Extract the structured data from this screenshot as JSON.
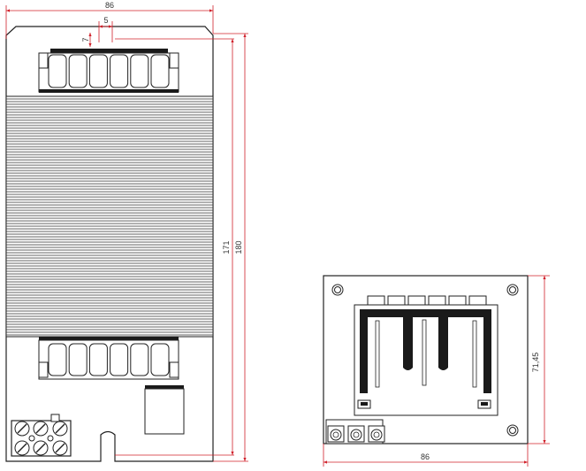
{
  "colors": {
    "dimension": "#d0202a",
    "outline": "#222222",
    "fill": "#ffffff",
    "dark": "#1a1a1a"
  },
  "front_view": {
    "width_label": "86",
    "pin_pitch_label": "5",
    "pin_offset_label": "7",
    "mount_height_label": "171",
    "total_height_label": "180"
  },
  "side_view": {
    "height_label": "71,45",
    "width_label": "86"
  }
}
